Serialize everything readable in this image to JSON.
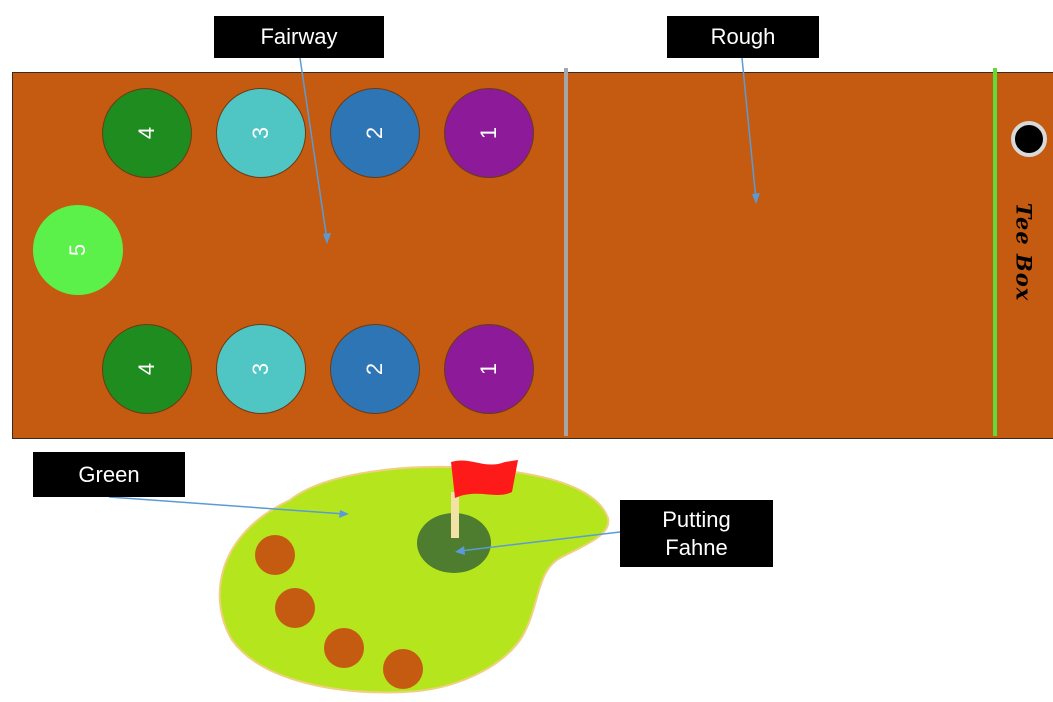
{
  "labels": {
    "fairway": "Fairway",
    "rough": "Rough",
    "green": "Green",
    "putting_line1": "Putting",
    "putting_line2": "Fahne"
  },
  "fairway": {
    "top_row": [
      "4",
      "3",
      "2",
      "1"
    ],
    "bottom_row": [
      "4",
      "3",
      "2",
      "1"
    ],
    "far_target": "5"
  },
  "tee_box": {
    "label": "Tee Box"
  },
  "colors": {
    "course": "#c55a11",
    "target_4": "#1e8c1e",
    "target_3": "#4fc6c4",
    "target_2": "#2e75b6",
    "target_1": "#8d1a99",
    "target_5": "#5cf04a",
    "green_surface": "#b5e61d",
    "putting_circle": "#4e7d2f",
    "flag": "#ff1a1a",
    "label_bg": "#000000",
    "pointer_line": "#5b9bd5"
  }
}
